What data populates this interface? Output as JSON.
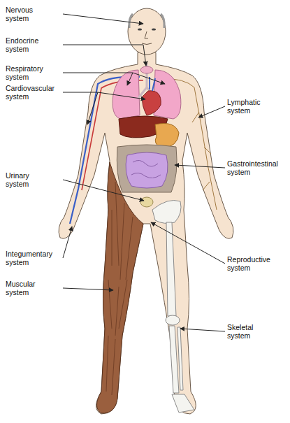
{
  "diagram": {
    "labels": [
      "Nervous system",
      "Endocrine system",
      "Respiratory system",
      "Cardiovascular system",
      "Lymphatic system",
      "Gastrointestinal system",
      "Urinary system",
      "Reproductive system",
      "Integumentary system",
      "Muscular system",
      "Skeletal system"
    ]
  }
}
